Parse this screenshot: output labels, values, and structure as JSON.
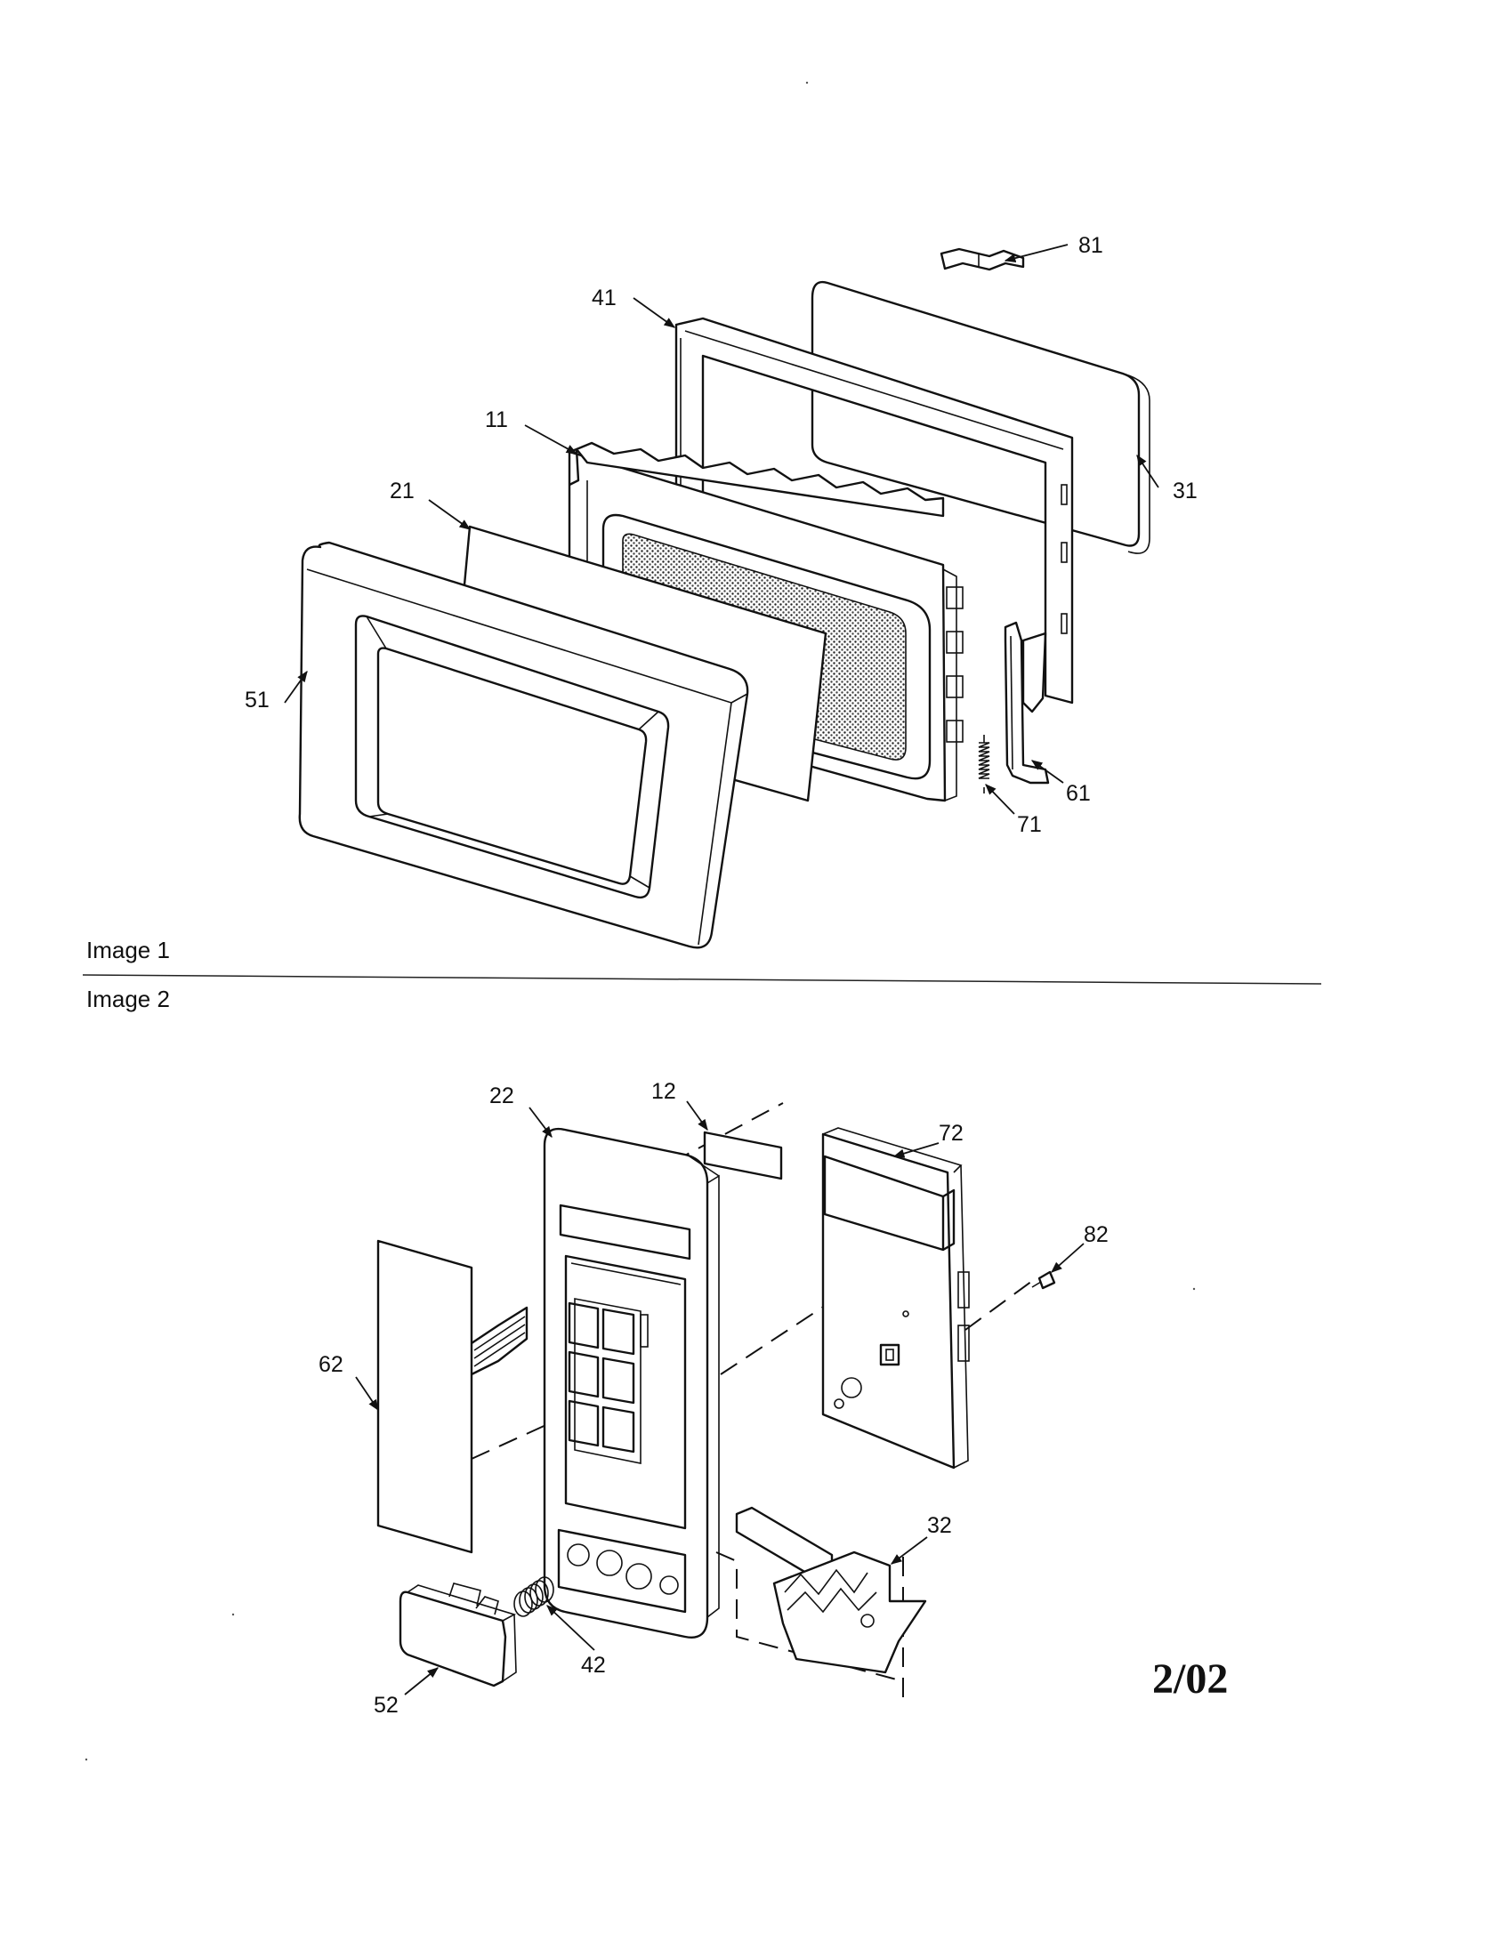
{
  "captions": {
    "image1": "Image 1",
    "image2": "Image 2"
  },
  "date_code": "2/02",
  "callouts": {
    "c11": "11",
    "c21": "21",
    "c31": "31",
    "c41": "41",
    "c51": "51",
    "c61": "61",
    "c71": "71",
    "c81": "81",
    "c12": "12",
    "c22": "22",
    "c32": "32",
    "c42": "42",
    "c52": "52",
    "c62": "62",
    "c72": "72",
    "c82": "82"
  }
}
